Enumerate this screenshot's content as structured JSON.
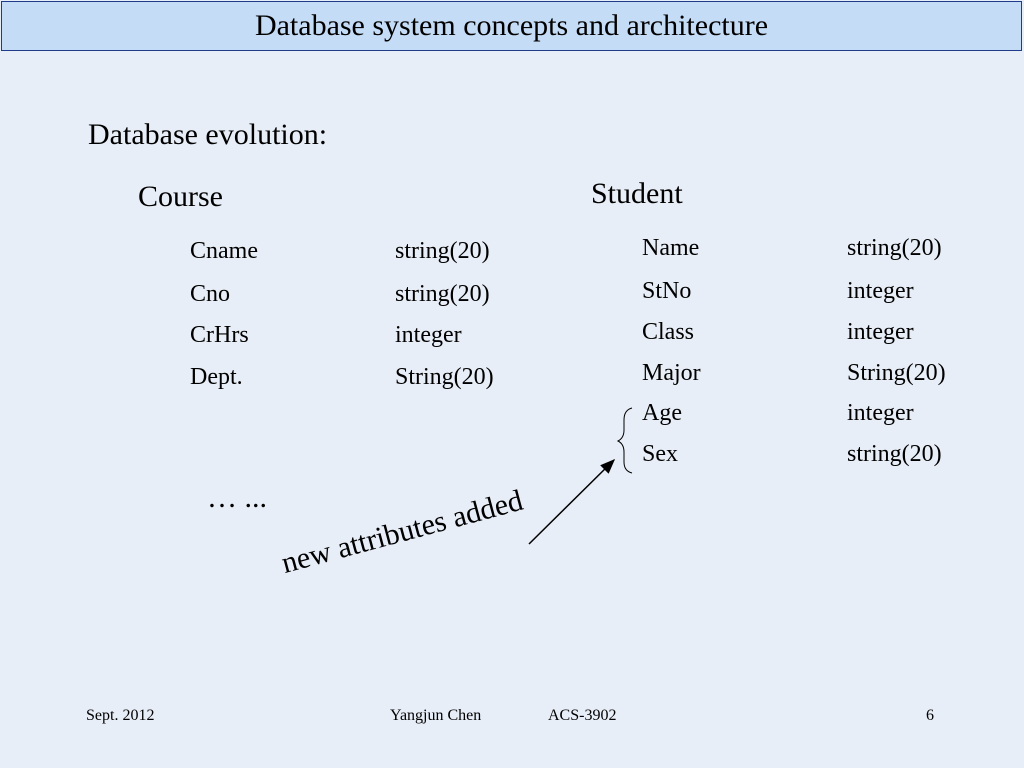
{
  "slide": {
    "title": "Database system concepts and architecture",
    "heading": "Database evolution:",
    "course": {
      "title": "Course",
      "attributes": [
        {
          "name": "Cname",
          "type": "string(20)"
        },
        {
          "name": "Cno",
          "type": "string(20)"
        },
        {
          "name": "CrHrs",
          "type": "integer"
        },
        {
          "name": "Dept.",
          "type": "String(20)"
        }
      ],
      "ellipsis": "… ..."
    },
    "student": {
      "title": "Student",
      "attributes": [
        {
          "name": "Name",
          "type": "string(20)"
        },
        {
          "name": "StNo",
          "type": "integer"
        },
        {
          "name": "Class",
          "type": "integer"
        },
        {
          "name": "Major",
          "type": "String(20)"
        },
        {
          "name": "Age",
          "type": "integer"
        },
        {
          "name": "Sex",
          "type": "string(20)"
        }
      ]
    },
    "annotation": "new attributes added"
  },
  "footer": {
    "date": "Sept. 2012",
    "author": "Yangjun Chen",
    "course_code": "ACS-3902",
    "page": "6"
  }
}
